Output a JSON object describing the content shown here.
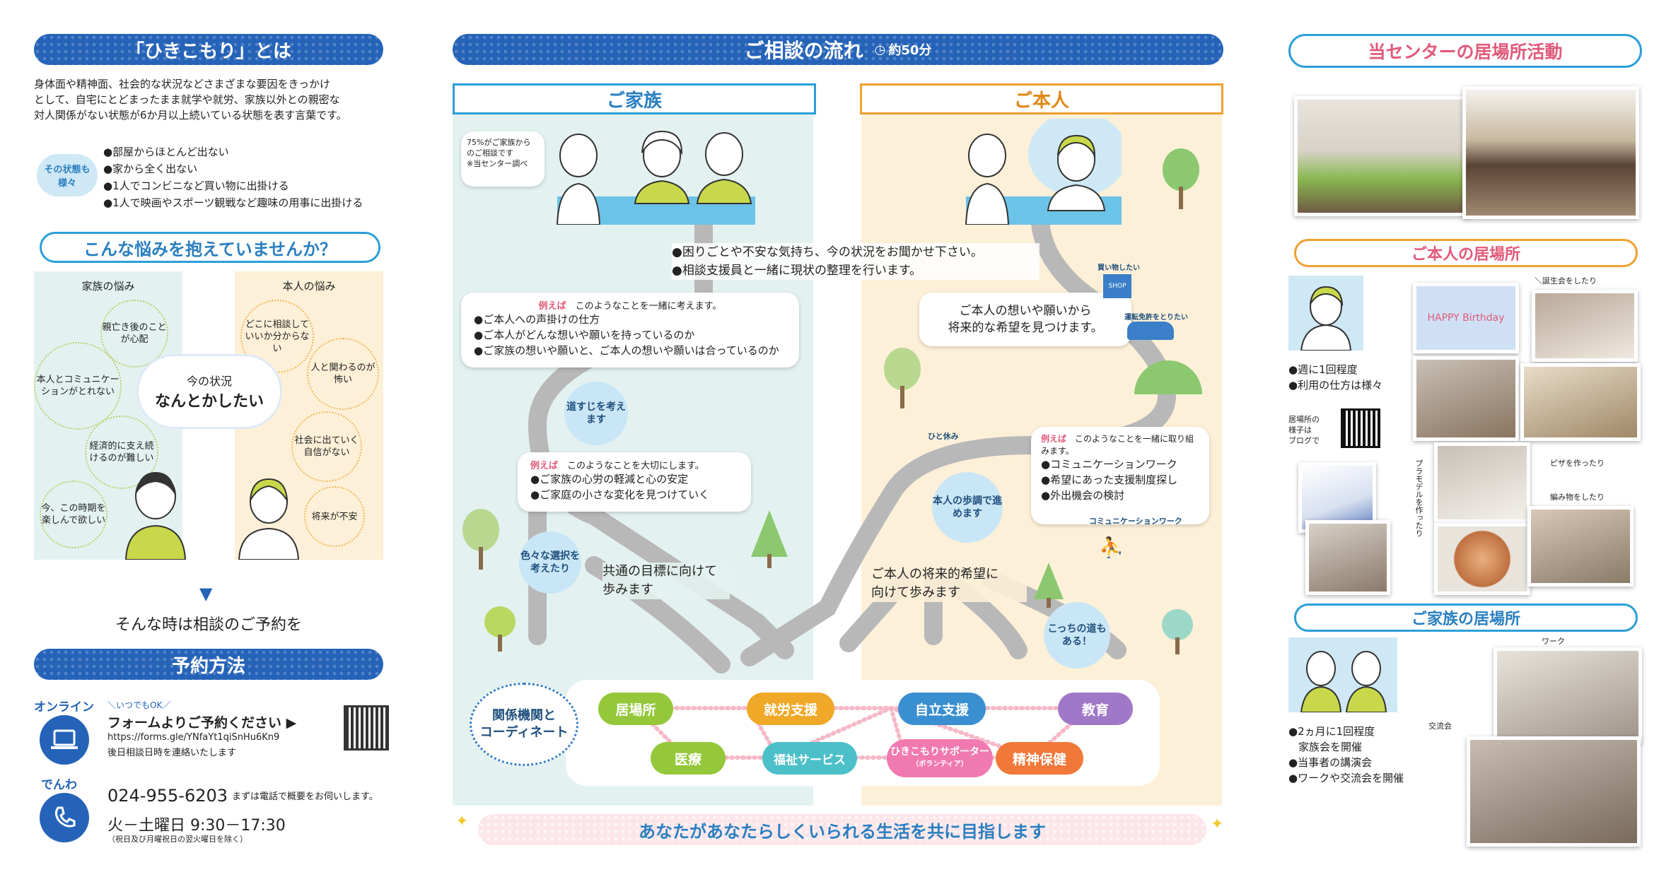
{
  "left": {
    "what_is_title": "「ひきこもり」とは",
    "definition": [
      "身体面や精神面、社会的な状況などさまざまな要因をきっかけ",
      "として、自宅にとどまったまま就学や就労、家族以外との親密な",
      "対人関係がない状態が6か月以上続いている状態を表す言葉です。"
    ],
    "state_badge": "その状態も様々",
    "states": [
      "●部屋からほとんど出ない",
      "●家から全く出ない",
      "●1人でコンビニなど買い物に出掛ける",
      "●1人で映画やスポーツ観戦など趣味の用事に出掛ける"
    ],
    "worries_title": "こんな悩みを抱えていませんか？",
    "family_worries_title": "家族の悩み",
    "self_worries_title": "本人の悩み",
    "family_worries": [
      "親亡き後のことが心配",
      "本人とコミュニケーションがとれない",
      "経済的に支え続けるのが難しい",
      "今、この時期を楽しんで欲しい"
    ],
    "self_worries": [
      "どこに相談していいか分からない",
      "人と関わるのが怖い",
      "社会に出ていく自信がない",
      "将来が不安"
    ],
    "center_bubble_line1": "今の状況",
    "center_bubble_line2": "なんとかしたい",
    "down_arrow": "▼",
    "consult_prompt": "そんな時は相談のご予約を",
    "reserve_title": "予約方法",
    "online_label": "オンライン",
    "online_note": "＼いつでもOK／",
    "online_main": "フォームよりご予約ください ▶",
    "online_url": "https://forms.gle/YNfaYt1qiSnHu6Kn9",
    "online_sub": "後日相談日時を連絡いたします",
    "phone_label": "でんわ",
    "phone_number": "024-955-6203",
    "phone_note": "まずは電話で概要をお伺いします。",
    "phone_hours": "火－土曜日 9:30－17:30",
    "phone_holiday": "（祝日及び月曜祝日の翌火曜日を除く）"
  },
  "middle": {
    "flow_title": "ご相談の流れ",
    "flow_duration": "約50分",
    "family_header": "ご家族",
    "self_header": "ご本人",
    "family_speech": [
      "75%がご家族から",
      "のご相談です",
      "※当センター調べ"
    ],
    "intro_lines": [
      "●困りごとや不安な気持ち、今の状況をお聞かせ下さい。",
      "●相談支援員と一緒に現状の整理を行います。"
    ],
    "example_label": "例えば",
    "box1_head": "このようなことを一緒に考えます。",
    "box1_items": [
      "●ご本人への声掛けの仕方",
      "●ご本人がどんな想いや願いを持っているのか",
      "●ご家族の想いや願いと、ご本人の想いや願いは合っているのか"
    ],
    "box2_head": "このようなことを大切にします。",
    "box2_items": [
      "●ご家族の心労の軽減と心の安定",
      "●ご家庭の小さな変化を見つけていく"
    ],
    "box3_head": "このようなことを一緒に取り組みます。",
    "box3_items": [
      "●コミュニケーションワーク",
      "●希望にあった支援制度探し",
      "●外出機会の検討"
    ],
    "self_wish": [
      "ご本人の想いや願いから",
      "将来的な希望を見つけます。"
    ],
    "shop_label": "買い物したい",
    "shop_sign": "SHOP",
    "drive_label": "運転免許をとりたい",
    "rest_label": "ひと休み",
    "comm_label": "コミュニケーションワーク",
    "circle_path": "道すじを考えます",
    "circle_choice": "色々な選択を考えたり",
    "circle_pace": "本人の歩調で進めます",
    "circle_other": "こっちの道もある！",
    "family_goal": [
      "共通の目標に向けて",
      "歩みます"
    ],
    "self_goal": [
      "ご本人の将来的希望に",
      "向けて歩みます"
    ],
    "coord_label": [
      "関係機関と",
      "コーディネート"
    ],
    "nodes": [
      "居場所",
      "就労支援",
      "自立支援",
      "教育",
      "医療",
      "福祉サービス",
      "ひきこもりサポーター",
      "精神保健"
    ],
    "node_sub": "（ボランティア）",
    "bottom_banner": "あなたがあなたらしくいられる生活を共に目指します"
  },
  "right": {
    "activity_title": "当センターの居場所活動",
    "self_place_title": "ご本人の居場所",
    "self_points": [
      "●週に1回程度",
      "●利用の仕方は様々"
    ],
    "qr_caption": [
      "居場所の",
      "様子は",
      "ブログで"
    ],
    "birthday_caption": "＼誕生会をしたり",
    "pizza_caption": "ピザを作ったり",
    "knit_caption": "編み物をしたり",
    "plamo_caption": "プラモデルを作ったり",
    "birthday_banner": "HAPPY Birthday",
    "family_place_title": "ご家族の居場所",
    "family_points": [
      "●2ヵ月に1回程度",
      "家族会を開催",
      "●当事者の講演会",
      "●ワークや交流会を開催"
    ],
    "work_caption": "ワーク",
    "exchange_caption": "交流会"
  },
  "colors": {
    "blue": "#2563b8",
    "light_blue": "#e3f2f0",
    "orange_bg": "#fdf0d8",
    "green_person": "#c8d84a",
    "pink_node": "#f07ab0"
  }
}
